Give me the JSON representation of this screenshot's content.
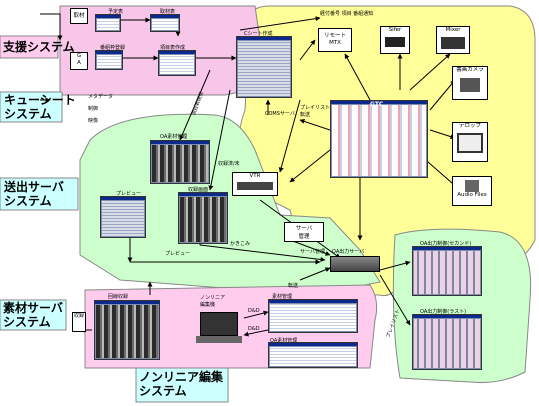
{
  "labels": {
    "sys_support": "支援システム",
    "sys_cue": "キューシート\nシステム",
    "sys_send": "送出サーバ\nシステム",
    "sys_material": "素材サーバ\nシステム",
    "sys_nonlinear": "ノンリニア編集\nシステム",
    "src_material": "取材",
    "src_ga": "G\nA",
    "src_tape": "収録",
    "cue_metadata": "メタデータ",
    "cue_control": "制御",
    "cue_image": "映像",
    "schedule": "予定表",
    "acquisition": "取材表",
    "program_register": "番組枠登録",
    "item_table": "項目表作成",
    "cue_creation": "Cシート作成",
    "program_item_notice": "経付番号 項目 番組通知",
    "remote_mtx": "リモート\nMTX",
    "sifer": "Sifer",
    "mixer": "Mixer",
    "telop_camera": "書画カメラ",
    "telop": "テロップ",
    "audio_files": "Audio Files",
    "gtc": "GTC",
    "coms_server": "COMSサーバ",
    "playlist_order": "プレイリスト\n転送",
    "oa_material_mgmt": "OA素材管理",
    "control_label": "制御",
    "item_table_send": "項目表送信",
    "ingest_to": "収録済/未",
    "vtr": "VTR",
    "preview": "プレビュー",
    "record_screen": "収録画面",
    "preview_link": "プレビュー",
    "write_link": "かきこみ",
    "server_mgmt": "サーバ\n管理",
    "server_mgmt2": "サーバ管理",
    "oa_server": "OA出力サーバ",
    "oa_output_ctrl1": "OA出力制御(セカンド)",
    "oa_output_ctrl2": "OA出力制御(ラスト)",
    "transfer": "転送",
    "recording_edit": "回線収録",
    "nonlinear_edit": "ノンリニア\n編集機",
    "material_mgmt": "素材管理",
    "dd1": "D&D",
    "dd2": "D&D",
    "oa_material_mgmt2": "OA素材管理",
    "playlist": "プレイリスト"
  },
  "colors": {
    "support_pink": "#f7c6e8",
    "yellow_zone": "#ffff99",
    "send_green": "#ccffcc",
    "light_cyan": "#ccffff",
    "material_pink": "#ffccee"
  }
}
